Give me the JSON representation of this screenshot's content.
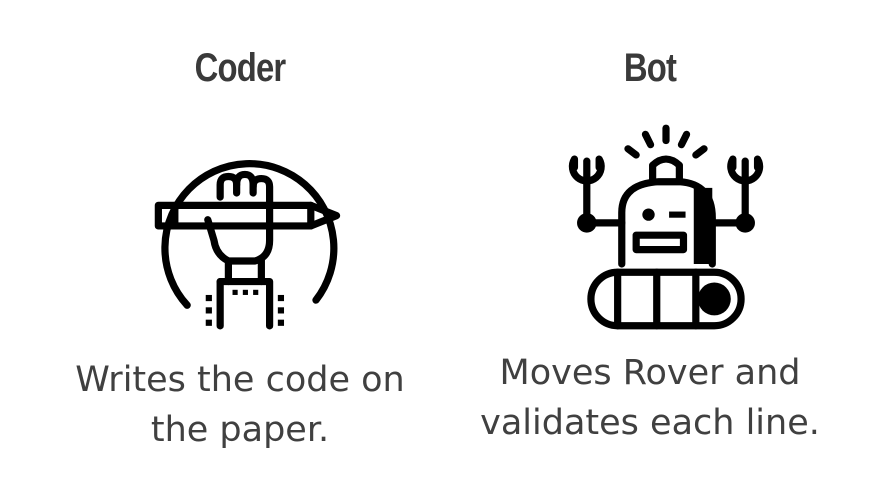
{
  "coder": {
    "title": "Coder",
    "icon": "hand-holding-pencil-icon",
    "desc_line1": "Writes the code on",
    "desc_line2": "the paper."
  },
  "bot": {
    "title": "Bot",
    "icon": "robot-rover-icon",
    "desc_line1": "Moves Rover and",
    "desc_line2": "validates each line."
  },
  "colors": {
    "text": "#3c3c3c",
    "icon": "#000000"
  }
}
